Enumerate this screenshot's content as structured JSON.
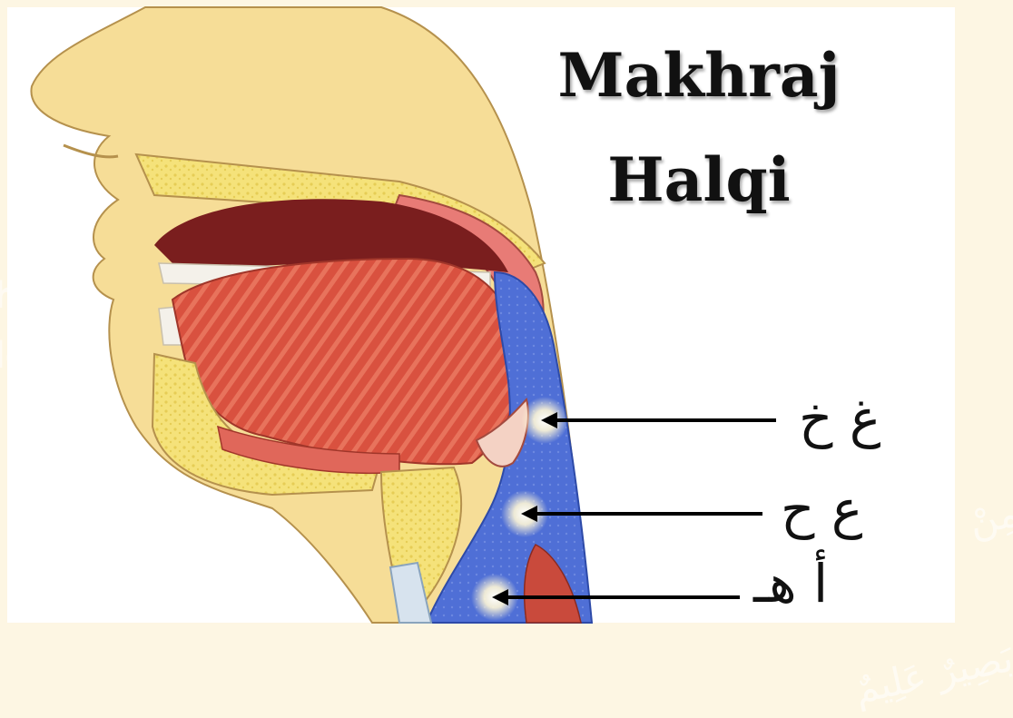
{
  "title": {
    "line1": "Makhraj",
    "line2": "Halqi"
  },
  "labels": {
    "top": "غ خ",
    "middle": "ع ح",
    "bottom": "أ هـ"
  },
  "background_text": {
    "left_line1": "har",
    "left_line2": "lqi",
    "right_line1": "مِنْ",
    "right_line2": "بَصِيرٌ عَلِيمٌ"
  },
  "colors": {
    "background": "#fdf6e3",
    "panel": "#ffffff",
    "skin": "#f6dd97",
    "skin_outline": "#b5914d",
    "tongue": "#d9513f",
    "mouth_cavity": "#7a1e1e",
    "throat": "#4f6fd6",
    "bone": "#f5e27a",
    "text": "#111111"
  }
}
